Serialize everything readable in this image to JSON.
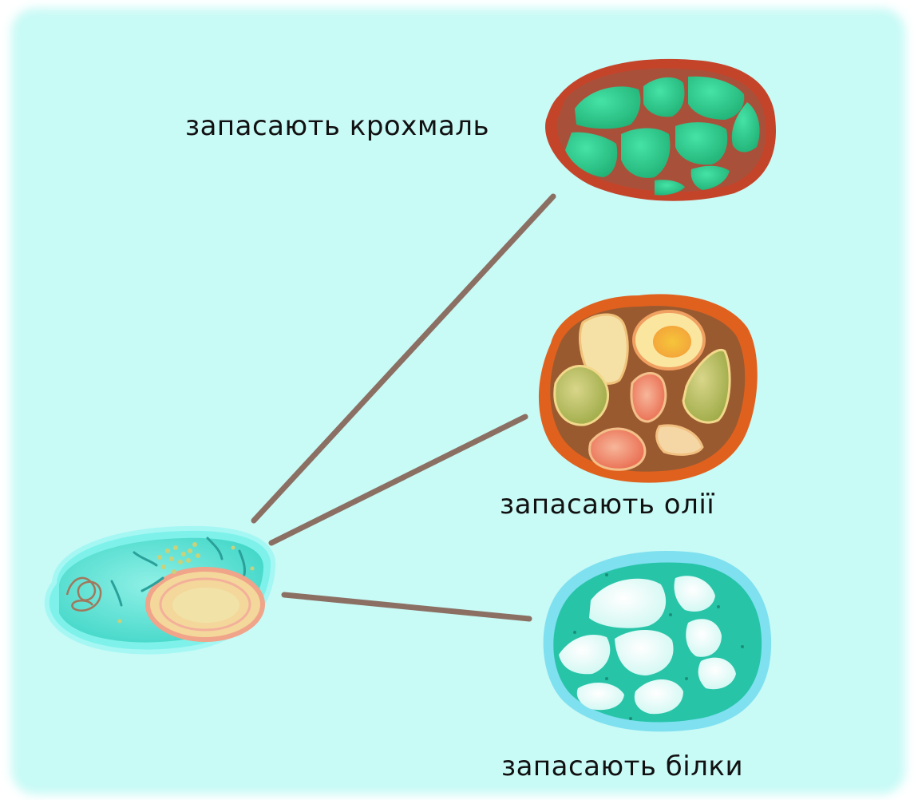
{
  "diagram": {
    "labels": {
      "starch": "запасають крохмаль",
      "oils": "запасають олії",
      "proteins": "запасають білки"
    },
    "colors": {
      "background": "#c8faf6",
      "connector": "#8b6f63",
      "amyloplast_outer": "#c4442a",
      "amyloplast_grain": "#2ec889",
      "elaioplast_outer": "#e0611e",
      "elaioplast_inner": "#9a5a30",
      "proteinoplast_outer": "#7fe0f0",
      "proteinoplast_inner": "#27c4a8",
      "leucoplast_body": "#63e3d3"
    }
  }
}
